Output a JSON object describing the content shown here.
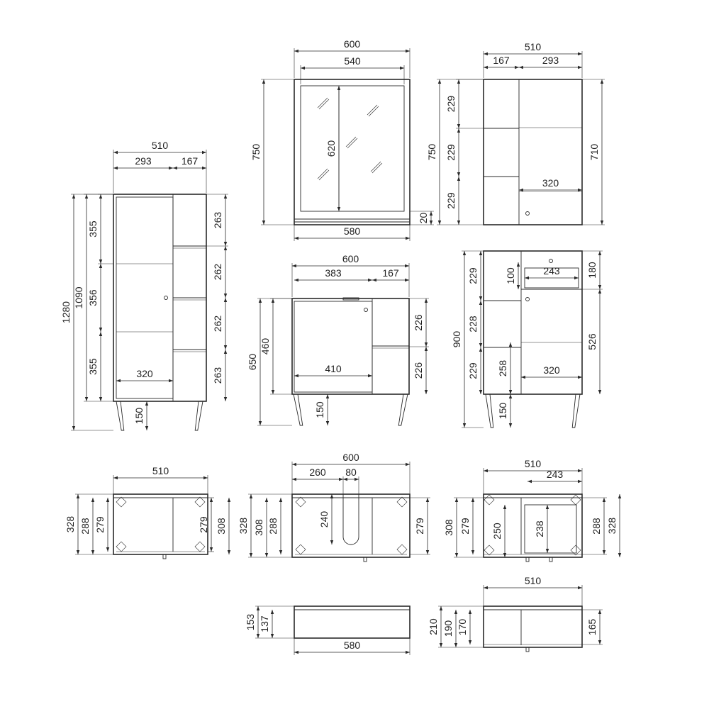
{
  "drawing": {
    "tall_cabinet_front": {
      "width_total": "510",
      "width_door": "293",
      "width_shelf": "167",
      "height_total": "1280",
      "height_body": "1090",
      "section_1": "355",
      "section_2": "356",
      "section_3": "355",
      "shelf_1": "263",
      "shelf_2": "262",
      "shelf_3": "262",
      "shelf_4": "263",
      "inner_width": "320",
      "leg_height": "150"
    },
    "mirror_cabinet_front": {
      "width_total": "600",
      "width_inner": "540",
      "height_total": "750",
      "mirror_height": "620",
      "shelf_thickness": "20",
      "shelf_width": "580"
    },
    "wall_cabinet_front": {
      "width_total": "510",
      "width_left": "167",
      "width_right": "293",
      "height_total": "750",
      "section_1": "229",
      "section_2": "229",
      "section_3": "229",
      "inner_height": "710",
      "inner_width": "320"
    },
    "vanity_600_front": {
      "width_total": "600",
      "width_door": "383",
      "width_shelf": "167",
      "height_total": "650",
      "height_body": "460",
      "inner_width": "410",
      "shelf_1": "226",
      "shelf_2": "226",
      "leg_height": "150"
    },
    "vanity_510_front": {
      "height_total": "900",
      "section_1": "229",
      "section_2": "228",
      "section_3": "229",
      "drawer_height": "100",
      "drawer_width": "243",
      "drawer_front": "180",
      "door_height": "526",
      "inner_height": "258",
      "inner_width": "320",
      "leg_height": "150"
    },
    "tall_cabinet_top": {
      "width": "510",
      "depth_total": "328",
      "depth_1": "288",
      "depth_2": "279",
      "depth_3": "279",
      "depth_4": "308"
    },
    "vanity_600_top": {
      "width": "600",
      "left_width": "260",
      "cutout_width": "80",
      "depth_total": "328",
      "depth_1": "308",
      "depth_2": "288",
      "cutout_depth": "240",
      "depth_3": "279"
    },
    "vanity_510_top": {
      "width": "510",
      "drawer_width": "243",
      "depth_1": "308",
      "depth_2": "279",
      "depth_3": "250",
      "depth_4": "238",
      "depth_5": "288",
      "depth_total": "328"
    },
    "mirror_shelf_top": {
      "depth_total": "153",
      "depth_inner": "137",
      "width": "580"
    },
    "wall_cabinet_top": {
      "width": "510",
      "depth_total": "210",
      "depth_1": "190",
      "depth_2": "170",
      "depth_3": "165"
    }
  }
}
